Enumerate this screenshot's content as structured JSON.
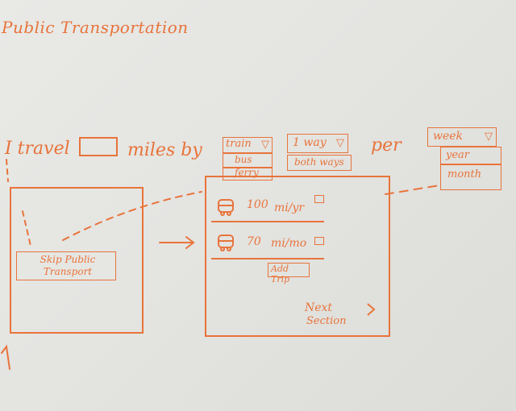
{
  "title": "Public Transportation",
  "sentence": {
    "prefix": "I travel",
    "miles_word": "miles by",
    "per_word": "per"
  },
  "mode_select": {
    "selected": "train",
    "options": [
      "bus",
      "ferry"
    ]
  },
  "direction_select": {
    "selected": "1 way",
    "options": [
      "both ways"
    ]
  },
  "period_select": {
    "selected": "week",
    "options": [
      "year",
      "month"
    ]
  },
  "skip_button_label": "Skip Public Transport",
  "trips": [
    {
      "value": "100",
      "unit": "mi/yr"
    },
    {
      "value": "70",
      "unit": "mi/mo"
    }
  ],
  "add_trip_label": "Add Trip",
  "next_label_line1": "Next",
  "next_label_line2": "Section",
  "colors": {
    "ink": "#e8743b",
    "board": "#e4e4e1"
  }
}
